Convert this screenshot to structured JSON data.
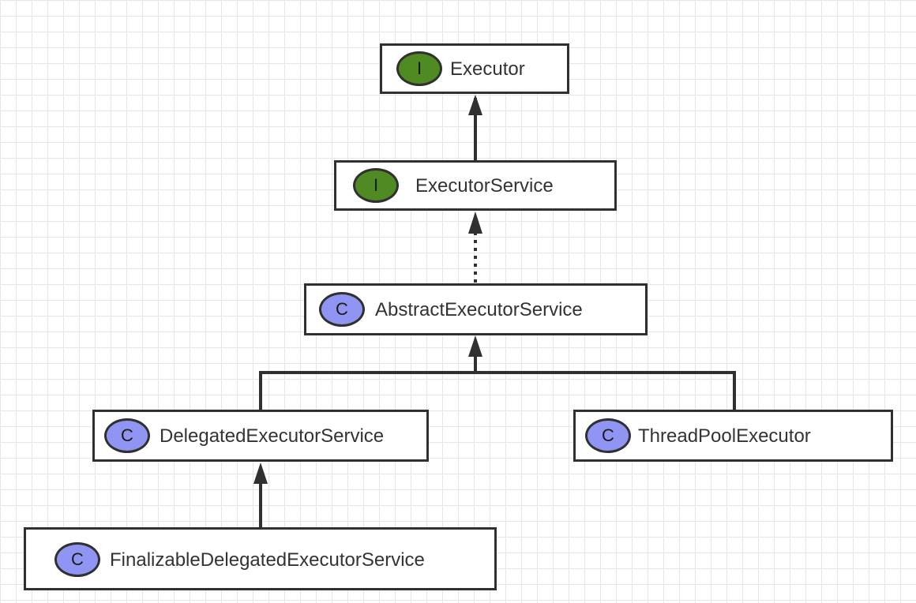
{
  "diagram": {
    "nodes": [
      {
        "id": "executor",
        "kind": "interface",
        "badge": "I",
        "label": "Executor"
      },
      {
        "id": "executor-service",
        "kind": "interface",
        "badge": "I",
        "label": "ExecutorService"
      },
      {
        "id": "abstract-executor-service",
        "kind": "class",
        "badge": "C",
        "label": "AbstractExecutorService"
      },
      {
        "id": "delegated-executor-service",
        "kind": "class",
        "badge": "C",
        "label": "DelegatedExecutorService"
      },
      {
        "id": "thread-pool-executor",
        "kind": "class",
        "badge": "C",
        "label": "ThreadPoolExecutor"
      },
      {
        "id": "finalizable-delegated-executor-service",
        "kind": "class",
        "badge": "C",
        "label": "FinalizableDelegatedExecutorService"
      }
    ],
    "edges": [
      {
        "from": "executor-service",
        "to": "executor",
        "relation": "extends",
        "style": "solid"
      },
      {
        "from": "abstract-executor-service",
        "to": "executor-service",
        "relation": "implements",
        "style": "dotted"
      },
      {
        "from": "delegated-executor-service",
        "to": "abstract-executor-service",
        "relation": "extends",
        "style": "solid"
      },
      {
        "from": "thread-pool-executor",
        "to": "abstract-executor-service",
        "relation": "extends",
        "style": "solid"
      },
      {
        "from": "finalizable-delegated-executor-service",
        "to": "delegated-executor-service",
        "relation": "extends",
        "style": "solid"
      }
    ],
    "colors": {
      "interface_badge": "#4f8a22",
      "class_badge": "#9095f4",
      "border": "#303030",
      "text": "#333333",
      "grid": "#e6e6e6"
    }
  }
}
